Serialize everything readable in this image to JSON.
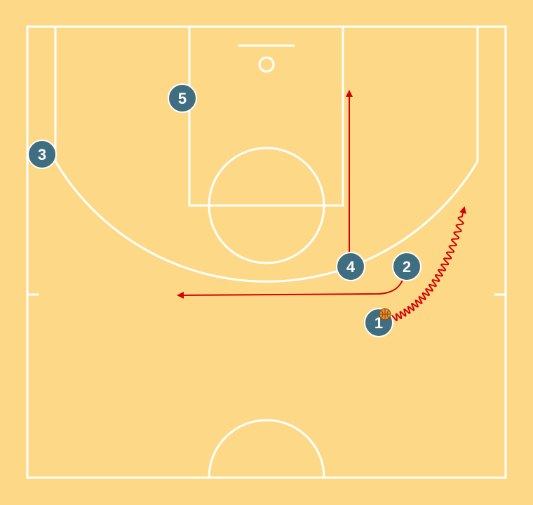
{
  "court": {
    "background_color": "#fdd987",
    "line_color": "#ffffff"
  },
  "players": [
    {
      "id": "player-1",
      "label": "1",
      "has_ball": true
    },
    {
      "id": "player-2",
      "label": "2",
      "has_ball": false
    },
    {
      "id": "player-3",
      "label": "3",
      "has_ball": false
    },
    {
      "id": "player-4",
      "label": "4",
      "has_ball": false
    },
    {
      "id": "player-5",
      "label": "5",
      "has_ball": false
    }
  ],
  "movements": [
    {
      "id": "player-2-cut",
      "player": "2",
      "type": "cut",
      "color": "#d40000"
    },
    {
      "id": "player-4-cut",
      "player": "4",
      "type": "cut",
      "color": "#d40000"
    },
    {
      "id": "player-1-dribble",
      "player": "1",
      "type": "dribble",
      "color": "#d40000"
    }
  ],
  "colors": {
    "player_fill": "#3f6e80",
    "ball": "#e8902a",
    "arrow": "#d40000"
  }
}
